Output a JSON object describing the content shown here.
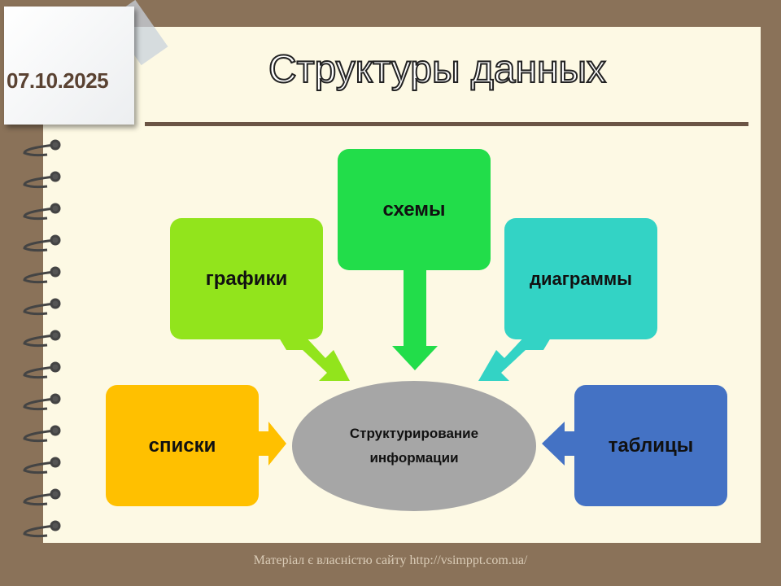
{
  "date": "07.10.2025",
  "title": "Структуры данных",
  "center": {
    "line1": "Структурирование",
    "line2": "информации",
    "color": "#a6a6a6"
  },
  "boxes": [
    {
      "label": "списки",
      "color": "#ffc000"
    },
    {
      "label": "графики",
      "color": "#92e41c"
    },
    {
      "label": "схемы",
      "color": "#22dd4a"
    },
    {
      "label": "диаграммы",
      "color": "#33d3c5"
    },
    {
      "label": "таблицы",
      "color": "#4472c4"
    }
  ],
  "footer": "Матеріал є власністю сайту http://vsimppt.com.ua/"
}
